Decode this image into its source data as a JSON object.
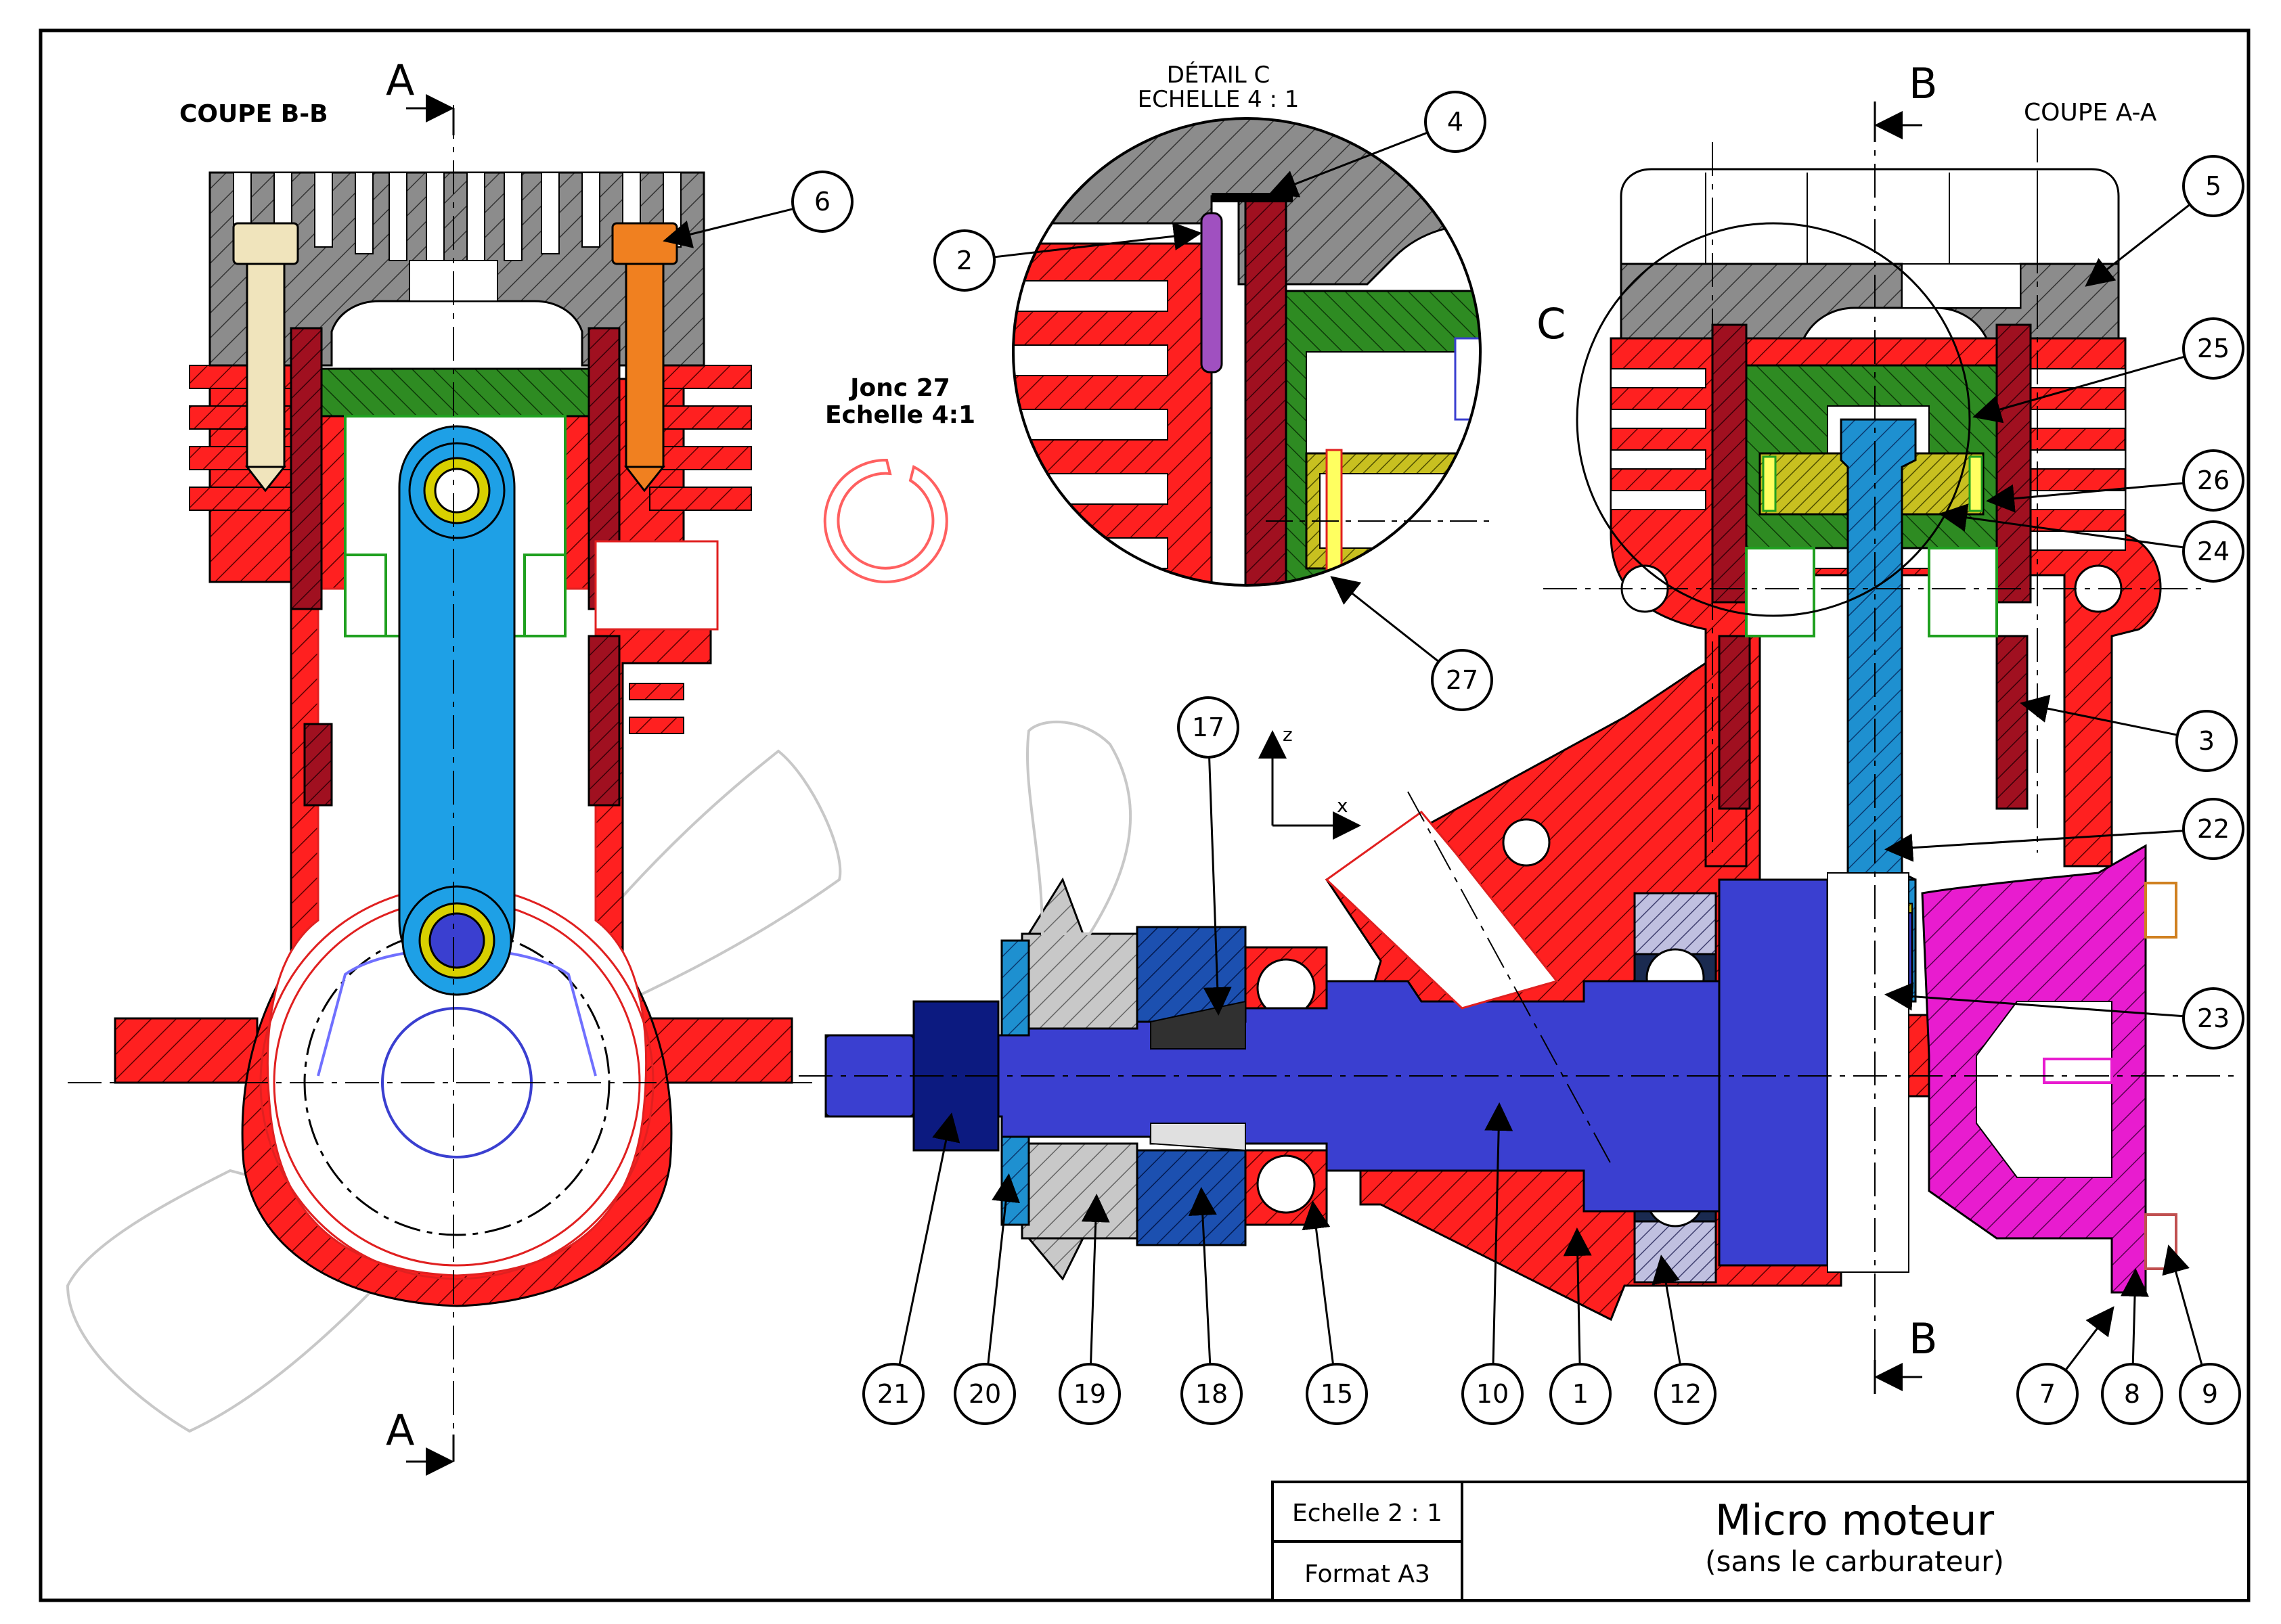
{
  "views": {
    "section_bb": "COUPE B-B",
    "section_aa": "COUPE A-A",
    "detail_c_title": "DÉTAIL C",
    "detail_c_scale": "ECHELLE 4 : 1",
    "detail_marker": "C",
    "jonc_title": "Jonc 27",
    "jonc_scale": "Echelle 4:1"
  },
  "section_markers": {
    "a_top": "A",
    "a_bottom": "A",
    "b_top": "B",
    "b_bottom": "B"
  },
  "axes": {
    "z": "z",
    "x": "x"
  },
  "part_numbers": [
    "1",
    "2",
    "3",
    "4",
    "5",
    "6",
    "7",
    "8",
    "9",
    "10",
    "12",
    "15",
    "17",
    "18",
    "19",
    "20",
    "21",
    "22",
    "23",
    "24",
    "25",
    "26",
    "27"
  ],
  "title_block": {
    "scale": "Echelle 2 : 1",
    "format": "Format A3",
    "title": "Micro moteur",
    "subtitle": "(sans le carburateur)"
  },
  "colors": {
    "cylinder": "#ff2020",
    "head": "#8a8a8a",
    "piston": "#2e8b22",
    "rod": "#1ea0e6",
    "crankshaft": "#3a3fd0",
    "cover": "#e81ccf",
    "liner": "#a01020",
    "screw_left": "#f0e4bc",
    "screw_right": "#f08020",
    "nut": "#0c1a80"
  }
}
